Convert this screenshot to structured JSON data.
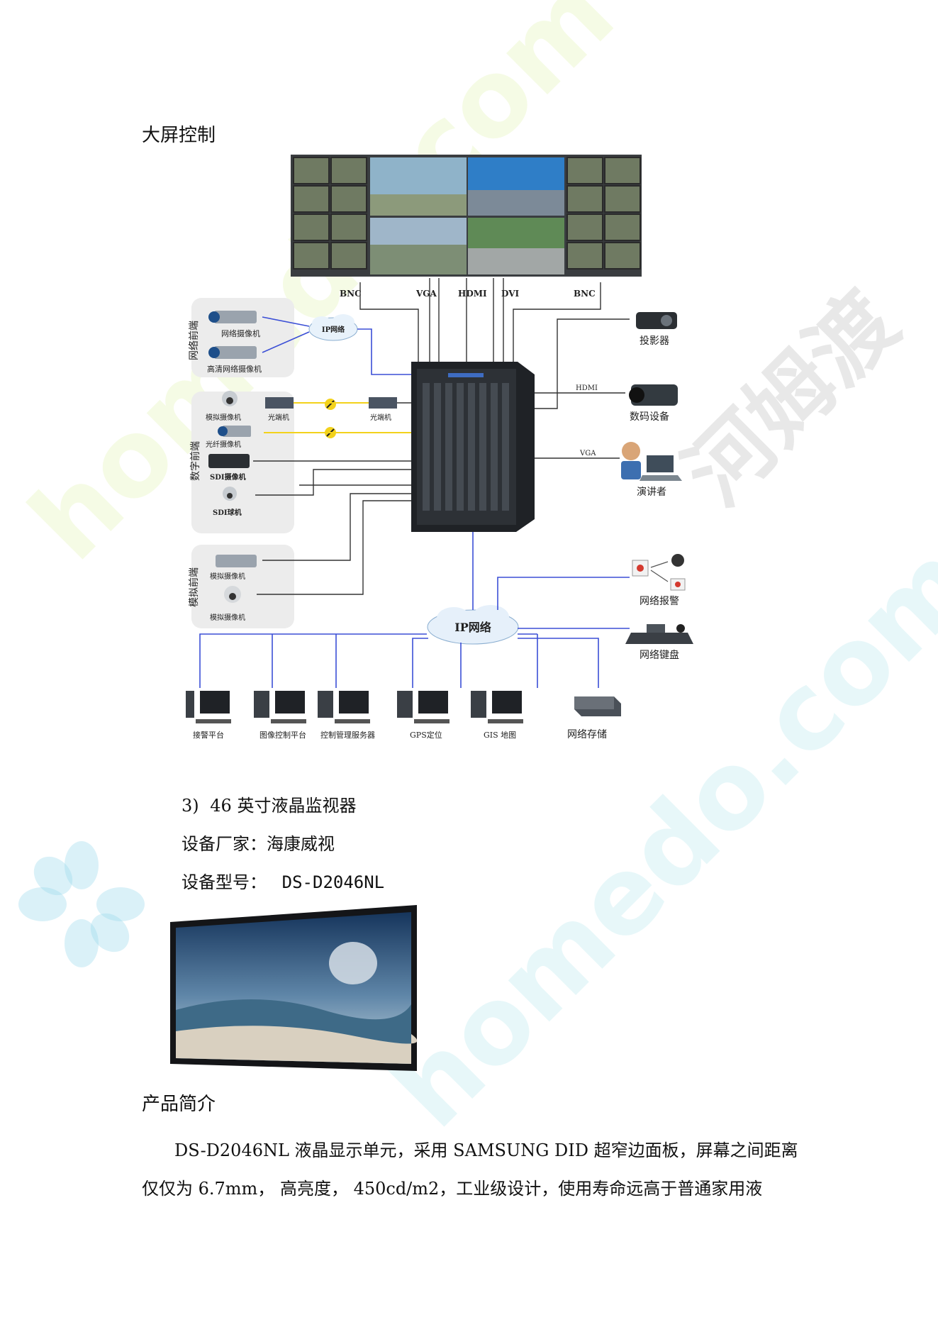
{
  "section_title": "大屏控制",
  "diagram": {
    "port_labels": [
      "BNC",
      "VGA",
      "HDMI",
      "DVI",
      "BNC"
    ],
    "groups": {
      "network_front": "网络前端",
      "digital_front": "数字前端",
      "analog_front": "模拟前端"
    },
    "devices": {
      "net_cam": "网络摄像机",
      "hd_net_cam": "高清网络摄像机",
      "ip_net_small": "IP网络",
      "analog_cam_1": "模拟摄像机",
      "optical_tx": "光端机",
      "optical_rx": "光端机",
      "fiber_cam": "光纤摄像机",
      "sdi_cam": "SDI摄像机",
      "sdi_dome": "SDI球机",
      "analog_cam_2": "模拟摄像机",
      "analog_cam_3": "模拟摄像机",
      "projector": "投影器",
      "digital_device": "数码设备",
      "speaker": "演讲者",
      "net_alarm": "网络报警",
      "net_keyboard": "网络键盘",
      "ip_net_main": "IP网络",
      "alarm_platform": "接警平台",
      "image_ctrl_platform": "图像控制平台",
      "ctrl_mgmt_server": "控制管理服务器",
      "gps": "GPS定位",
      "gis": "GIS 地图",
      "net_storage": "网络存储"
    },
    "link_labels": {
      "hdmi": "HDMI",
      "vga": "VGA"
    }
  },
  "item": {
    "number": "3)",
    "title": "46 英寸液晶监视器",
    "maker_label": "设备厂家：",
    "maker_value": "海康威视",
    "model_label": "设备型号：",
    "model_value": "DS-D2046NL"
  },
  "intro": {
    "heading": "产品简介",
    "line1": "DS-D2046NL 液晶显示单元，采用 SAMSUNG DID 超窄边面板，屏幕之间距离",
    "line2": "仅仅为 6.7mm， 高亮度， 450cd/m2，工业级设计，使用寿命远高于普通家用液"
  },
  "watermarks": {
    "latin": "homedo.com",
    "cjk": "河姆渡"
  }
}
